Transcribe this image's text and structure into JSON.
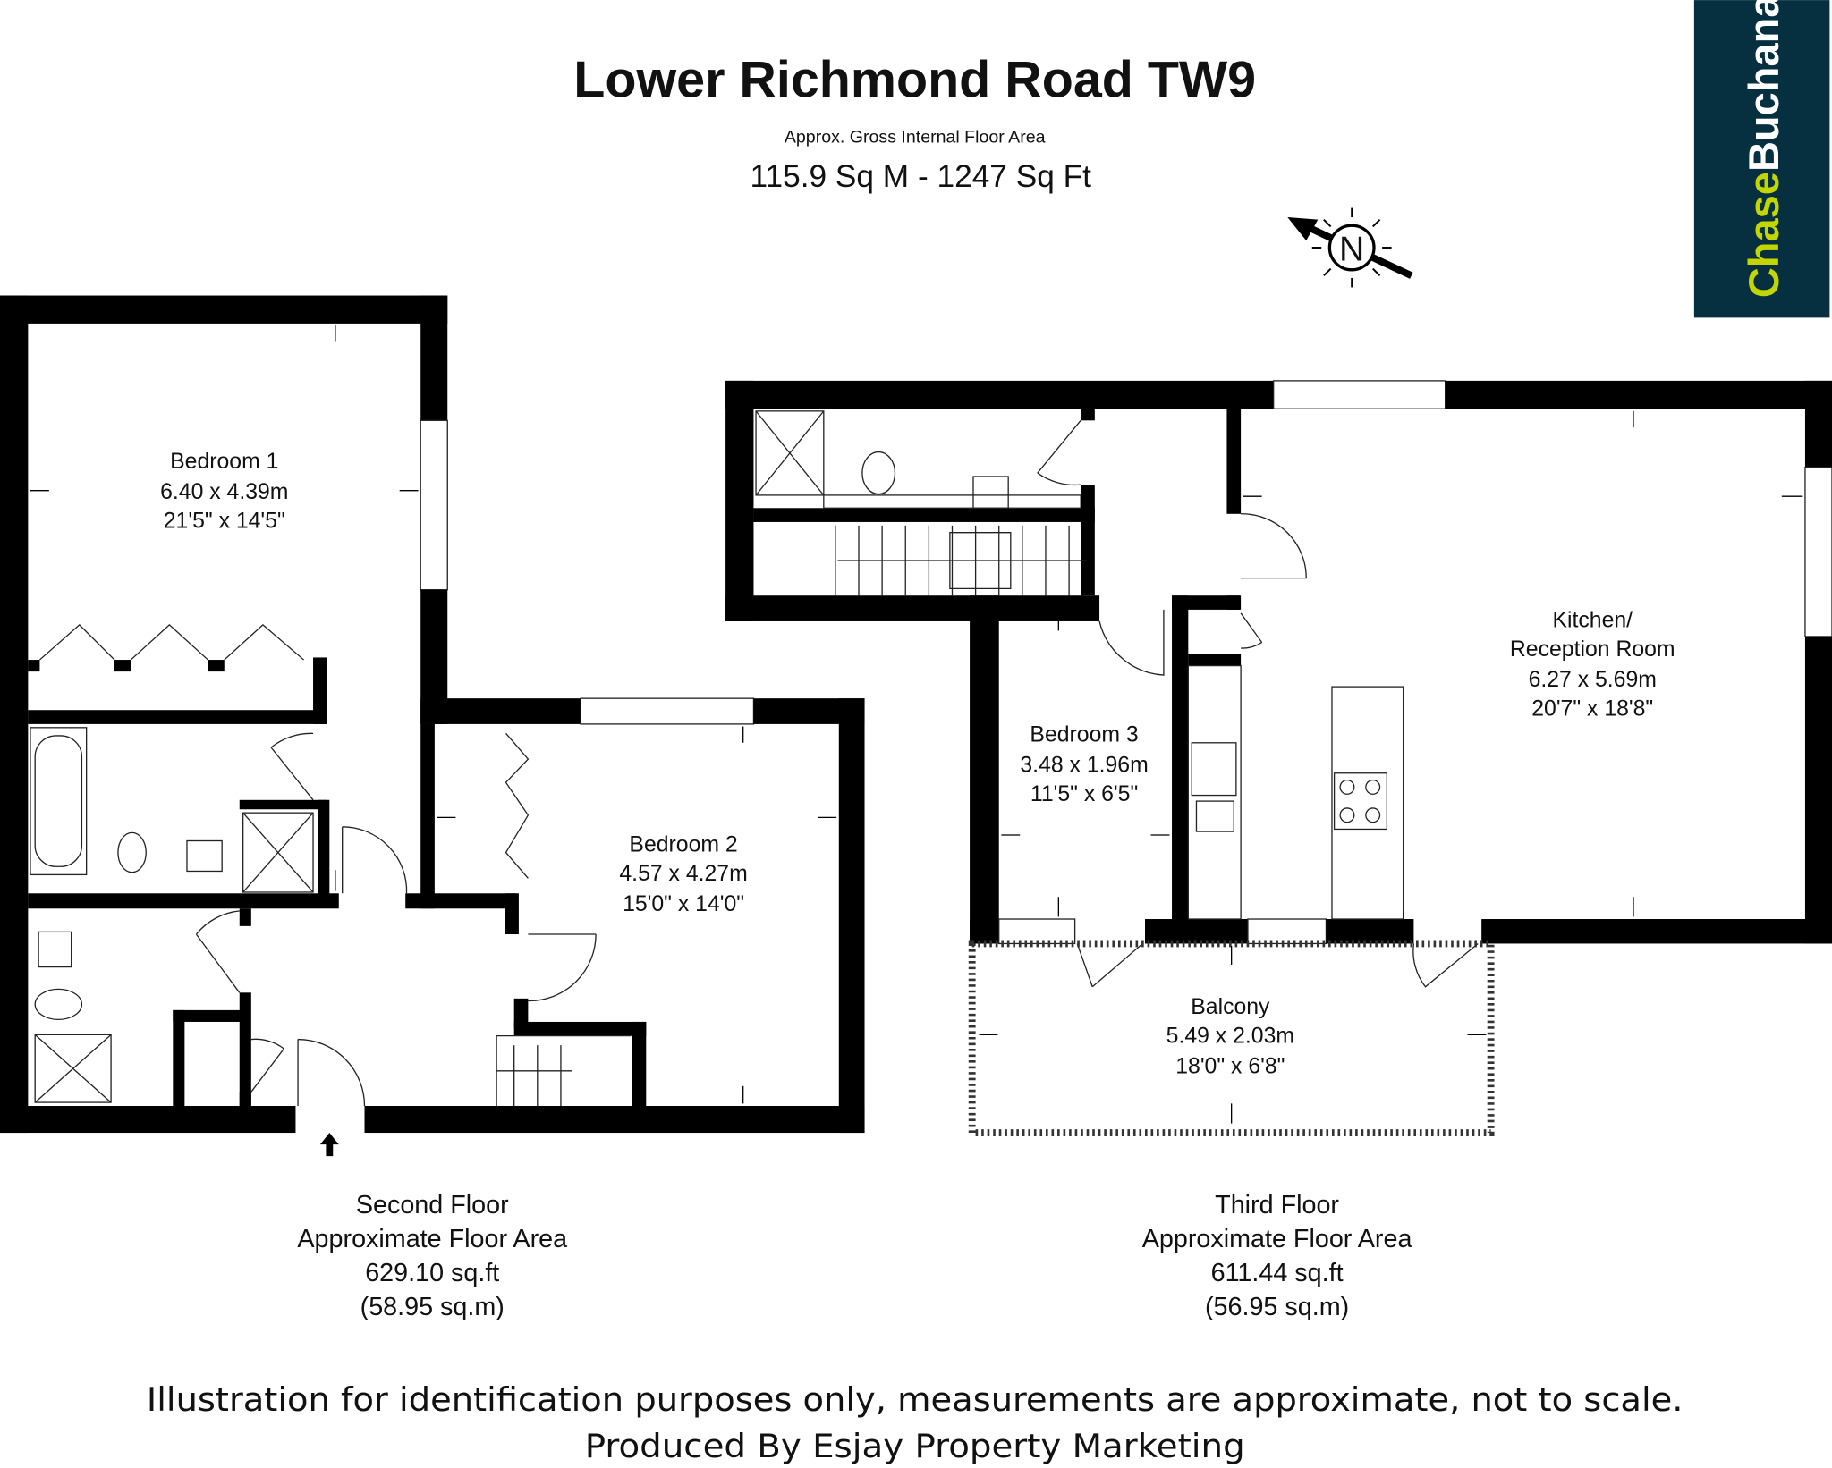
{
  "header": {
    "title": "Lower Richmond Road TW9",
    "subtitle": "Approx. Gross Internal Floor Area",
    "total_area": "115.9 Sq M - 1247 Sq Ft"
  },
  "logo": {
    "part1": "Chase",
    "part2": "Buchanan",
    "bg_color": "#06303f",
    "accent_color": "#c4d600"
  },
  "compass": {
    "label": "N"
  },
  "rooms": {
    "bedroom1": {
      "name": "Bedroom 1",
      "metric": "6.40 x 4.39m",
      "imperial": "21'5\" x 14'5\""
    },
    "bedroom2": {
      "name": "Bedroom 2",
      "metric": "4.57 x 4.27m",
      "imperial": "15'0\" x 14'0\""
    },
    "bedroom3": {
      "name": "Bedroom 3",
      "metric": "3.48 x 1.96m",
      "imperial": "11'5\" x 6'5\""
    },
    "kitchen": {
      "name1": "Kitchen/",
      "name2": "Reception Room",
      "metric": "6.27 x 5.69m",
      "imperial": "20'7\" x 18'8\""
    },
    "balcony": {
      "name": "Balcony",
      "metric": "5.49 x 2.03m",
      "imperial": "18'0\" x 6'8\""
    }
  },
  "floors": {
    "second": {
      "name": "Second Floor",
      "label": "Approximate Floor Area",
      "sqft": "629.10 sq.ft",
      "sqm": "(58.95 sq.m)"
    },
    "third": {
      "name": "Third Floor",
      "label": "Approximate Floor Area",
      "sqft": "611.44 sq.ft",
      "sqm": "(56.95 sq.m)"
    }
  },
  "footer": {
    "disclaimer": "Illustration for identification purposes only, measurements are approximate, not to scale.",
    "producer": "Produced By Esjay Property Marketing"
  }
}
